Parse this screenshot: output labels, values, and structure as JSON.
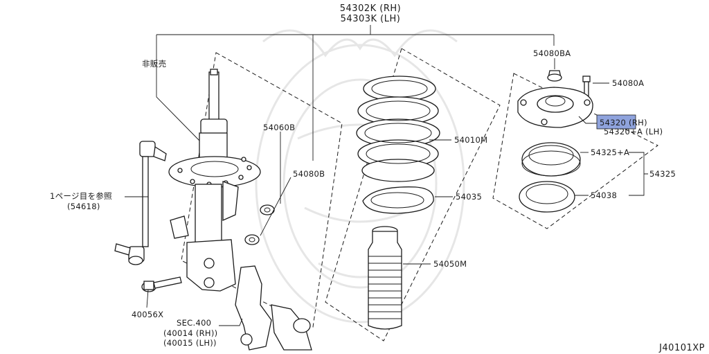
{
  "labels": {
    "strut_assembly": [
      "54302K (RH)",
      "54303K (LH)"
    ],
    "not_sold": "非販売",
    "mount_nut": "54080BA",
    "mount_bolt": "54080A",
    "stabilizer_nut": "54060B",
    "strut_nut": "54080B",
    "coil_spring": "54010M",
    "spring_seat": "54035",
    "bound_bumper": "54050M",
    "strut_mount_part": "54320",
    "strut_mount_rh_suffix": " (RH)",
    "strut_mount_lh": "54320+A (LH)",
    "bearing": "54325+A",
    "bearing_kit": "54325",
    "bearing_seat": "54038",
    "stabilizer_link_ref": [
      "1ページ目を参照",
      "(54618)"
    ],
    "bolt": "40056X",
    "section_ref": [
      "SEC.400",
      "(40014 (RH))",
      "(40015 (LH))"
    ],
    "diagram_code": "J40101XP"
  },
  "highlight_color": "#8fa3dd"
}
